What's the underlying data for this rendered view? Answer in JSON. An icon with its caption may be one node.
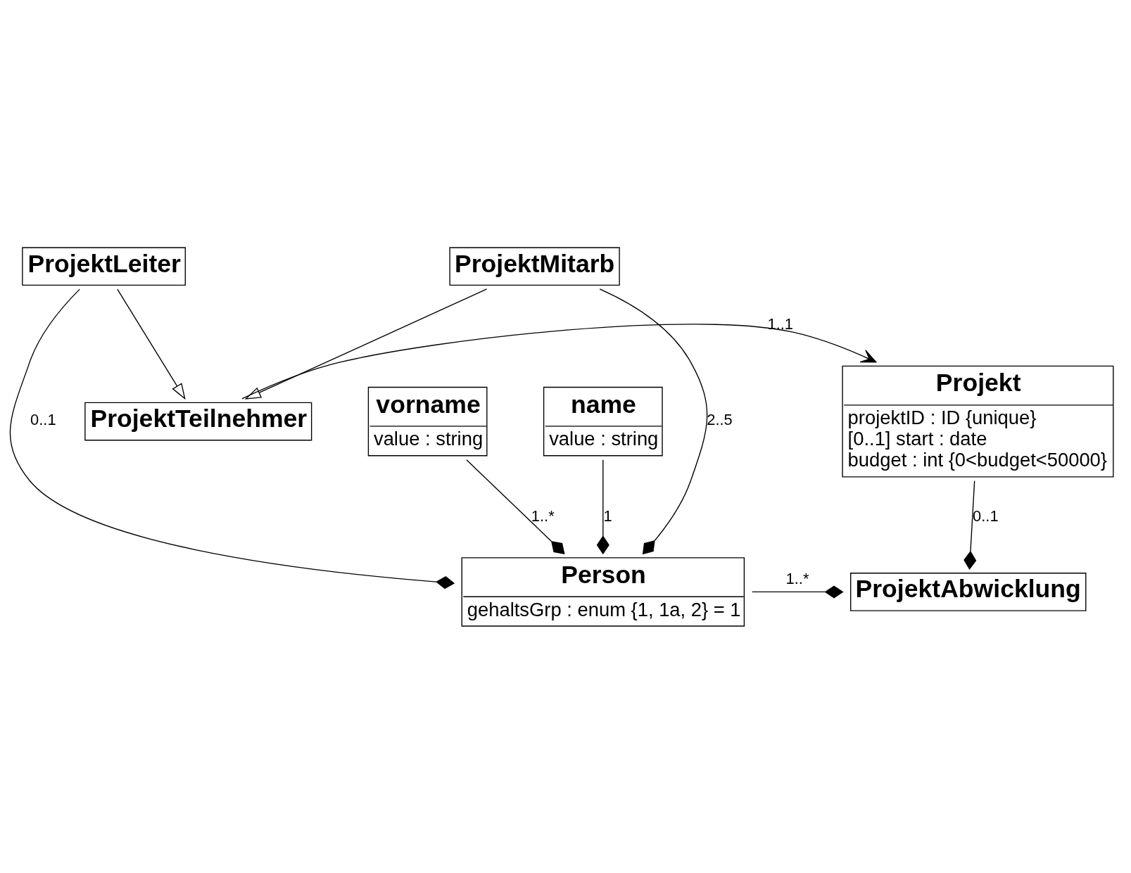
{
  "diagram": {
    "nodes": [
      {
        "text": [
          "Projekt",
          "projektID : ID {unique}",
          "[0..1] start : date",
          "budget : int {0<budget<50000}"
        ]
      },
      {
        "text": [
          "ProjektTeilnehmer"
        ]
      },
      {
        "text": [
          "ProjektLeiter"
        ]
      },
      {
        "text": [
          "ProjektMitarb"
        ]
      },
      {
        "text": [
          "ProjektAbwicklung"
        ]
      },
      {
        "text": [
          "Person",
          "gehaltsGrp : enum {1, 1a, 2} = 1"
        ]
      },
      {
        "text": [
          "vorname",
          "value : string"
        ]
      },
      {
        "text": [
          "name",
          "value : string"
        ]
      }
    ],
    "edges": [
      {
        "from": 1,
        "to": 0,
        "arrow": "to",
        "label": "1..1"
      },
      {
        "from": 2,
        "to": 1,
        "arrow": "to"
      },
      {
        "from": 3,
        "to": 1,
        "arrow": "to"
      },
      {
        "from": 0,
        "to": 4,
        "arrow": "other",
        "label": "0..1"
      },
      {
        "from": 2,
        "to": 5,
        "arrow": "other",
        "label": "0..1"
      },
      {
        "from": 3,
        "to": 5,
        "arrow": "other",
        "label": "2..5"
      },
      {
        "from": 5,
        "to": 4,
        "arrow": "other",
        "label": "1..*"
      },
      {
        "from": 6,
        "to": 5,
        "arrow": "other",
        "label": "1..*"
      },
      {
        "from": 7,
        "to": 5,
        "arrow": "other",
        "label": "1"
      }
    ]
  }
}
